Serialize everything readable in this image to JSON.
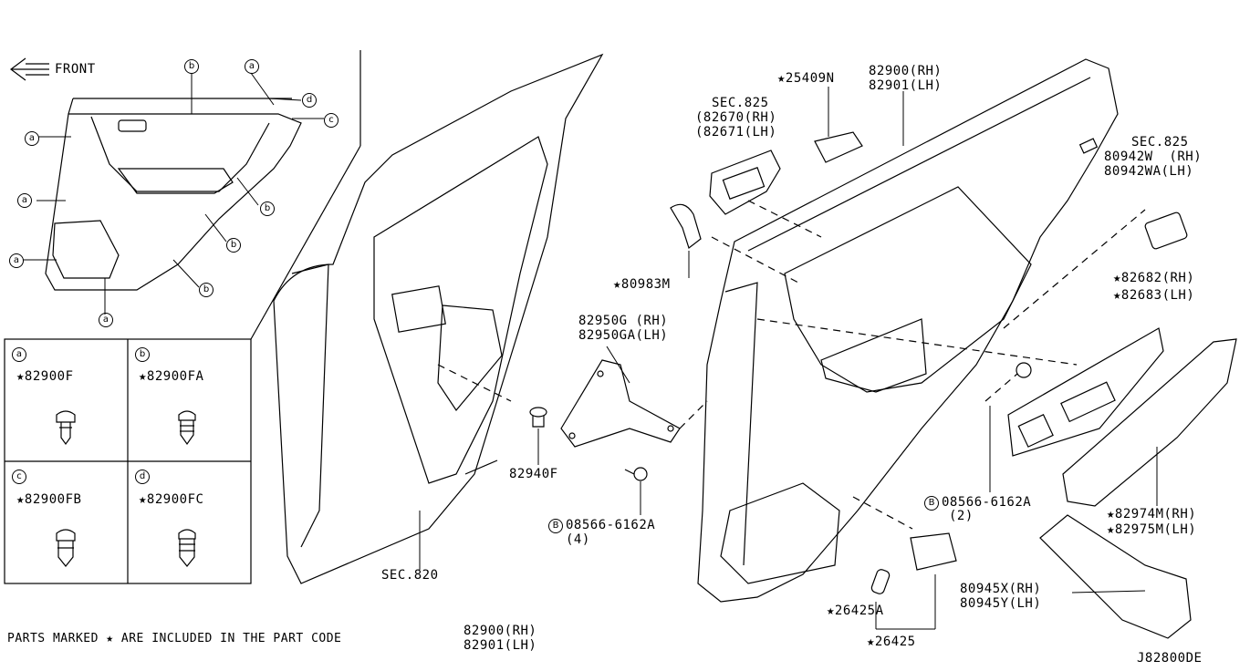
{
  "header": {
    "front_label": "FRONT"
  },
  "legend_markers": {
    "a": "a",
    "b": "b",
    "c": "c",
    "d": "d"
  },
  "clip_table": [
    {
      "marker": "a",
      "part": "★82900F"
    },
    {
      "marker": "b",
      "part": "★82900FA"
    },
    {
      "marker": "c",
      "part": "★82900FB"
    },
    {
      "marker": "d",
      "part": "★82900FC"
    }
  ],
  "callouts": {
    "sec825_top": "SEC.825",
    "p82670": "(82670(RH)",
    "p82671": "(82671(LH)",
    "p25409n": "★25409N",
    "p82900_rh": "82900(RH)",
    "p82901_lh": "82901(LH)",
    "sec825_right": "SEC.825",
    "p80942w": "80942W  (RH)",
    "p80942wa": "80942WA(LH)",
    "p80983m": "★80983M",
    "p82950g": "82950G (RH)",
    "p82950ga": "82950GA(LH)",
    "p82940f": "82940F",
    "p08566_left": "08566-6162A",
    "qty_left": "(4)",
    "b_marker_left": "B",
    "sec820": "SEC.820",
    "p08566_right": "08566-6162A",
    "qty_right": "(2)",
    "b_marker_right": "B",
    "p82682": "★82682(RH)",
    "p82683": "★82683(LH)",
    "p82974m": "★82974M(RH)",
    "p82975m": "★82975M(LH)",
    "p80945x": "80945X(RH)",
    "p80945y": "80945Y(LH)",
    "p26425a": "★26425A",
    "p26425": "★26425"
  },
  "footer": {
    "note": "PARTS MARKED ★ ARE INCLUDED IN THE PART CODE",
    "code_rh": "82900(RH)",
    "code_lh": "82901(LH)",
    "diagram_id": "J82800DE"
  }
}
